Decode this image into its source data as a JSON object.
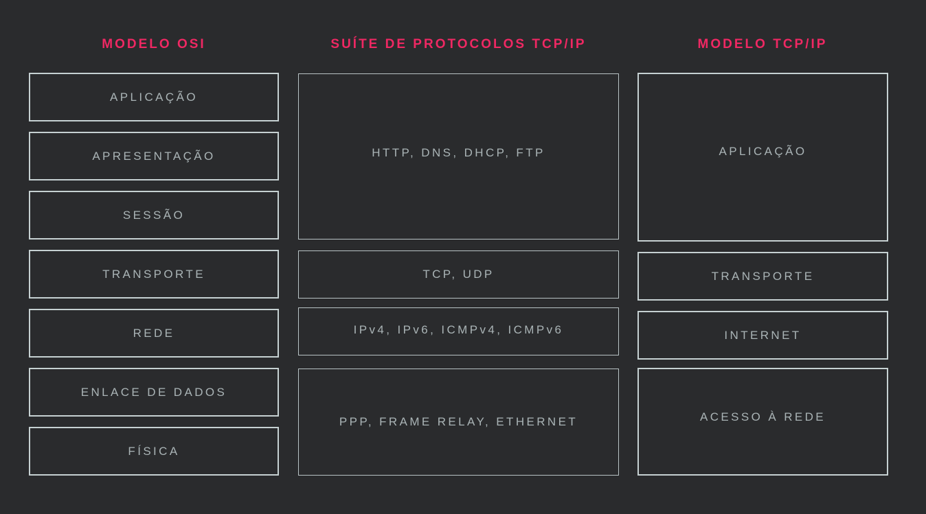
{
  "colors": {
    "background": "#2a2b2d",
    "title": "#ef2863",
    "box_text": "#aab4b6",
    "box_border": "#c6d1d2"
  },
  "columns": {
    "osi": {
      "title": "MODELO OSI",
      "layers": [
        "APLICAÇÃO",
        "APRESENTAÇÃO",
        "SESSÃO",
        "TRANSPORTE",
        "REDE",
        "ENLACE DE DADOS",
        "FÍSICA"
      ]
    },
    "suite": {
      "title": "SUÍTE DE PROTOCOLOS TCP/IP",
      "layers": [
        "HTTP, DNS, DHCP, FTP",
        "TCP, UDP",
        "IPv4, IPv6, ICMPv4, ICMPv6",
        "PPP, FRAME RELAY, ETHERNET"
      ]
    },
    "tcpip": {
      "title": "MODELO TCP/IP",
      "layers": [
        "APLICAÇÃO",
        "TRANSPORTE",
        "INTERNET",
        "ACESSO À REDE"
      ]
    }
  }
}
